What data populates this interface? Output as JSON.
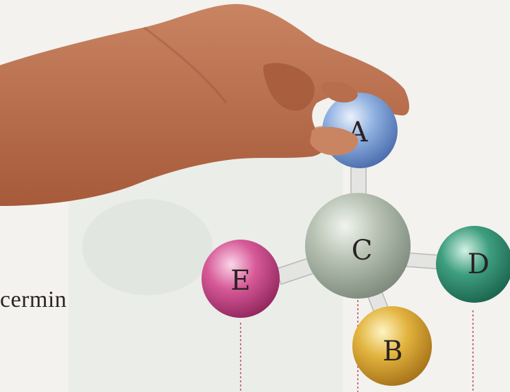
{
  "caption": "cermin",
  "atoms": {
    "A": {
      "label": "A",
      "color": "#8fb0e0"
    },
    "B": {
      "label": "B",
      "color": "#e2b43e"
    },
    "C": {
      "label": "C",
      "color": "#b7c2b3"
    },
    "D": {
      "label": "D",
      "color": "#3e9e80"
    },
    "E": {
      "label": "E",
      "color": "#d75a98"
    }
  },
  "colors": {
    "skin": "#b86d4c",
    "skin_shadow": "#8e4a30",
    "bond": "#e4e4e2",
    "dotted_line": "#c9738c",
    "mirror_plane": "#e7ebe6"
  }
}
